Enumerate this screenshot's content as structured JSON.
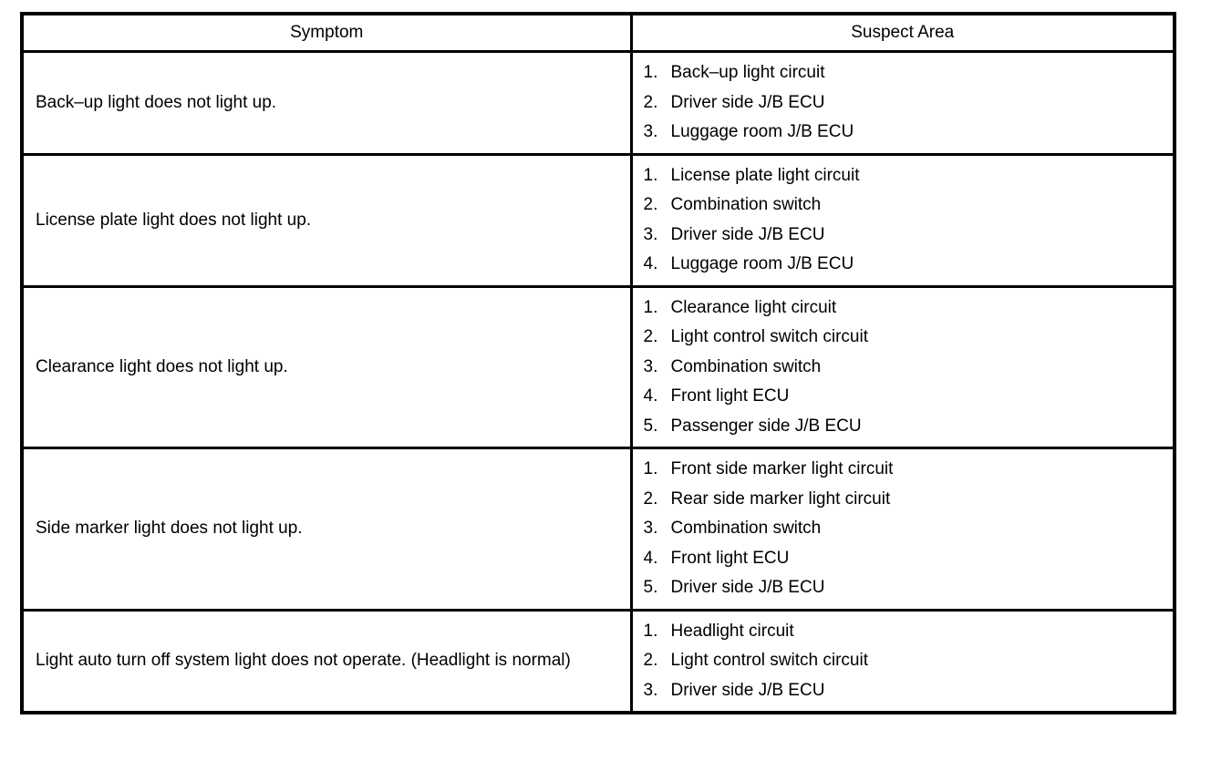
{
  "colors": {
    "border": "#000000",
    "background": "#ffffff",
    "text": "#000000"
  },
  "table": {
    "headers": {
      "symptom": "Symptom",
      "suspect_area": "Suspect Area"
    },
    "rows": [
      {
        "symptom": "Back–up light does not light up.",
        "suspects": [
          "Back–up light circuit",
          "Driver side J/B ECU",
          "Luggage room J/B ECU"
        ]
      },
      {
        "symptom": "License plate light does not light up.",
        "suspects": [
          "License plate light circuit",
          "Combination switch",
          "Driver side J/B ECU",
          "Luggage room J/B ECU"
        ]
      },
      {
        "symptom": "Clearance light does not light up.",
        "suspects": [
          "Clearance light circuit",
          "Light control switch circuit",
          "Combination switch",
          "Front light ECU",
          "Passenger side J/B ECU"
        ]
      },
      {
        "symptom": "Side marker light does not light up.",
        "suspects": [
          "Front side marker light circuit",
          "Rear side marker light circuit",
          "Combination switch",
          "Front light ECU",
          "Driver side J/B ECU"
        ]
      },
      {
        "symptom": "Light auto turn off system light does not operate. (Headlight is normal)",
        "suspects": [
          "Headlight circuit",
          "Light control switch circuit",
          "Driver side J/B ECU"
        ]
      }
    ]
  }
}
